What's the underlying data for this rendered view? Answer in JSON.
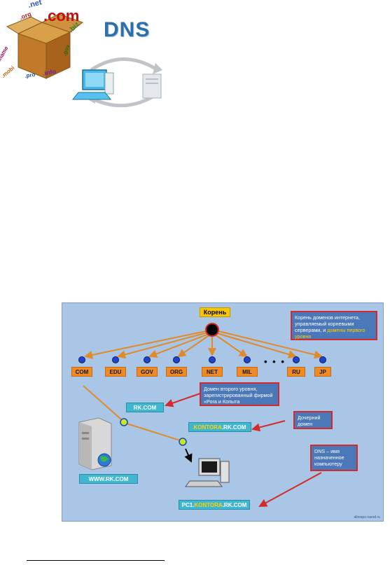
{
  "illustration": {
    "tlds": [
      ".org",
      ".net",
      ".com",
      ".biz",
      ".info",
      ".pro",
      ".gov",
      ".mobi",
      ".name"
    ],
    "logo_text": "DNS"
  },
  "diagram": {
    "root_label": "Корень",
    "root_note": {
      "part1": "Корень доменов интернета",
      "part2": ", управляемый корневыми серверами, и ",
      "part3": "домены первого уровня"
    },
    "tlds": [
      "COM",
      "EDU",
      "GOV",
      "ORG",
      "NET",
      "MIL",
      "RU",
      "JP"
    ],
    "ellipsis": "• • •",
    "second_level_note": "Домен второго уровня, зарегистрированный фирмой «Рога и Копыта",
    "second_level_domain": "RK.COM",
    "subdomain": {
      "highlight": "KONTORA",
      "rest": ".RK.COM"
    },
    "subdomain_note": "Дочерний домен",
    "server_label": "WWW.RK.COM",
    "host_note": "DNS – имя назначенное компьютеру",
    "host": {
      "prefix": "PC1.",
      "highlight": "KONTORA",
      "rest": ".RK.COM"
    },
    "watermark": "alirexpo.narod.ru"
  },
  "colors": {
    "panel_bg": "#a9c6e6",
    "orange": "#f08a24",
    "teal": "#3fb7d0",
    "note_bg": "#4a78b8",
    "note_border": "#d42a2a",
    "highlight": "#ffd200"
  }
}
